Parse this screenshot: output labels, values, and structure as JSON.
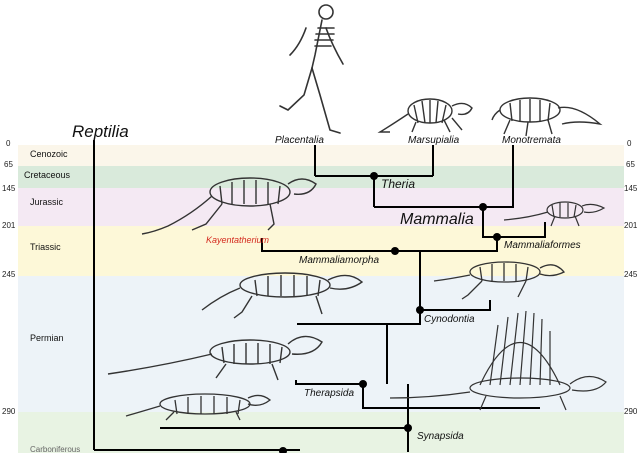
{
  "title": "Reptilia",
  "periods": [
    {
      "name": "Cenozoic",
      "color": "#fbf6ea"
    },
    {
      "name": "Cretaceous",
      "color": "#d9eadb"
    },
    {
      "name": "Jurassic",
      "color": "#f4e9f3"
    },
    {
      "name": "Triassic",
      "color": "#fdf8d8"
    },
    {
      "name": "Permian",
      "color": "#edf3f8"
    },
    {
      "name": "Carboniferous",
      "color": "#e8f3e3"
    }
  ],
  "ages": [
    "0",
    "65",
    "145",
    "201",
    "245",
    "290"
  ],
  "taxa": {
    "placentalia": "Placentalia",
    "marsupialia": "Marsupialia",
    "monotremata": "Monotremata",
    "theria": "Theria",
    "mammalia": "Mammalia",
    "mammaliaformes": "Mammaliaformes",
    "kayentatherium": "Kayentatherium",
    "mammaliamorpha": "Mammaliamorpha",
    "cynodontia": "Cynodontia",
    "therapsida": "Therapsida",
    "synapsida": "Synapsida"
  },
  "colors": {
    "tree": "#000000",
    "highlight": "#d42a1e",
    "skeleton": "#333333"
  }
}
